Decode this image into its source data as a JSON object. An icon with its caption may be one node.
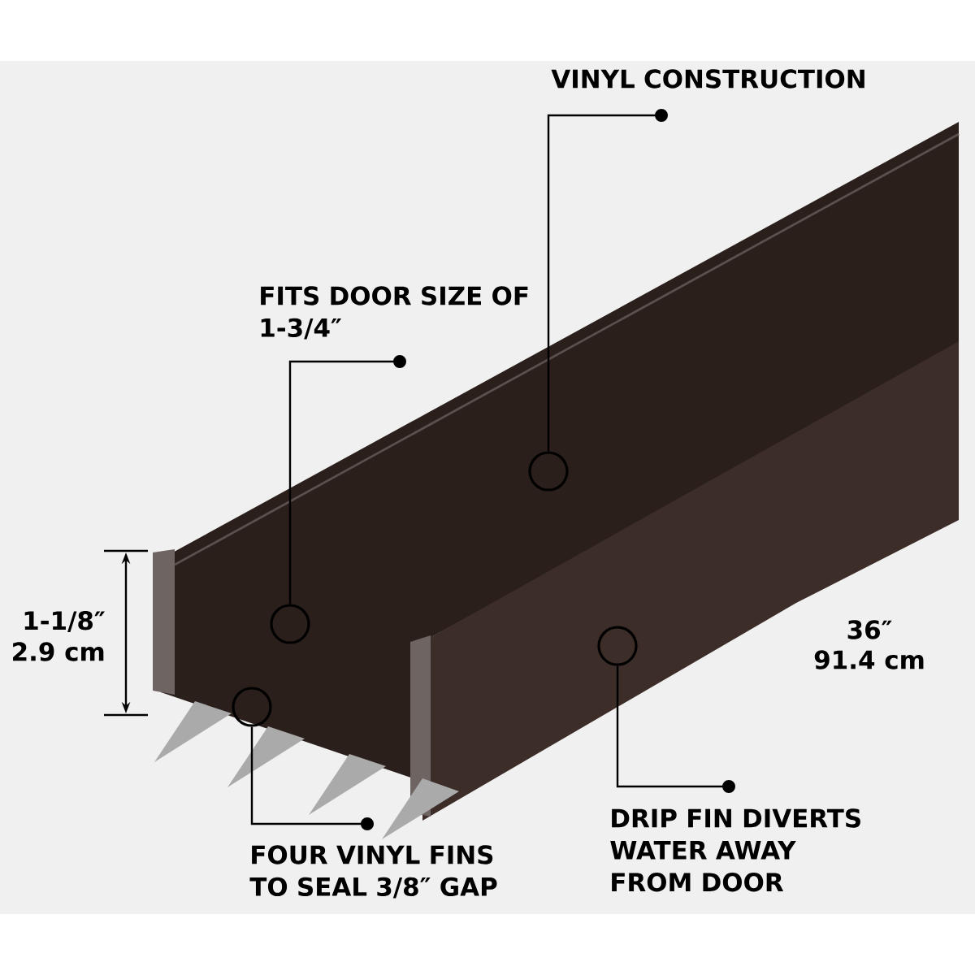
{
  "diagram": {
    "nodes": [
      {
        "text": [
          "VINYL CONSTRUCTION"
        ]
      },
      {
        "text": [
          "FITS DOOR SIZE OF 1-3/4″"
        ]
      },
      {
        "text": [
          "FOUR VINYL FINS TO SEAL 3/8″ GAP"
        ]
      },
      {
        "text": [
          "DRIP FIN DIVERTS WATER AWAY FROM DOOR"
        ]
      },
      {
        "text": [],
        "shape": "circle"
      },
      {
        "text": [],
        "shape": "circle"
      },
      {
        "text": [],
        "shape": "circle"
      },
      {
        "text": [],
        "shape": "circle"
      }
    ],
    "edges": [
      {
        "from": 0,
        "to": 6,
        "arrow": "other"
      },
      {
        "from": 1,
        "to": 5,
        "arrow": "other"
      },
      {
        "from": 2,
        "to": 4,
        "arrow": "other"
      },
      {
        "from": 3,
        "to": 7,
        "arrow": "other"
      }
    ],
    "labels": [
      "1-1/8″",
      "2.9 cm",
      "36″",
      "91.4 cm"
    ]
  }
}
